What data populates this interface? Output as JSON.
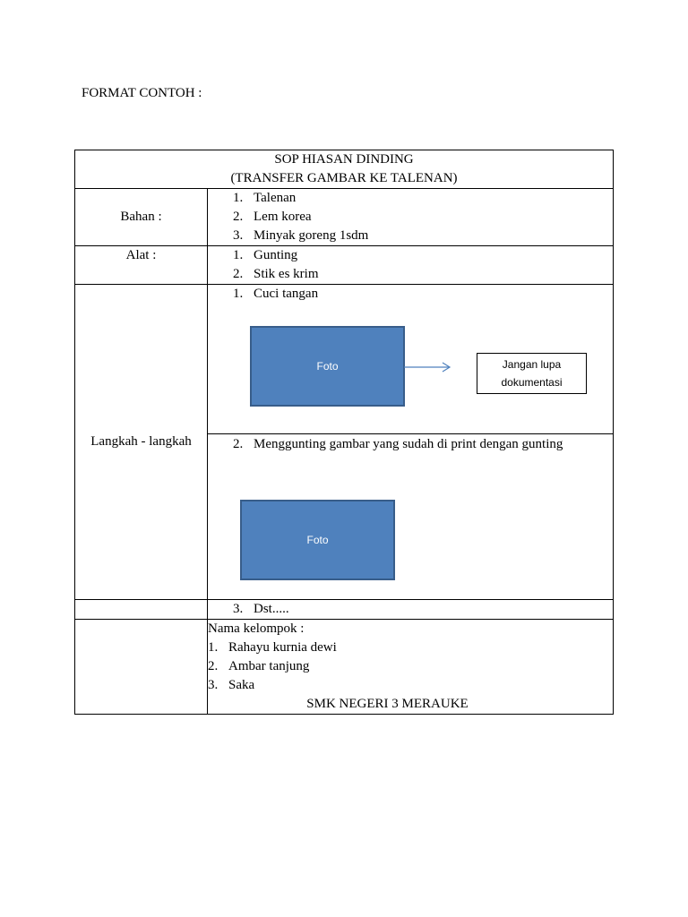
{
  "heading": "FORMAT CONTOH :",
  "table": {
    "title_line1": "SOP HIASAN DINDING",
    "title_line2": "(TRANSFER GAMBAR KE TALENAN)",
    "bahan": {
      "label": "Bahan :",
      "items": [
        {
          "num": "1.",
          "text": "Talenan"
        },
        {
          "num": "2.",
          "text": "Lem korea"
        },
        {
          "num": "3.",
          "text": "Minyak goreng 1sdm"
        }
      ]
    },
    "alat": {
      "label": "Alat  :",
      "items": [
        {
          "num": "1.",
          "text": "Gunting"
        },
        {
          "num": "2.",
          "text": "Stik es krim"
        }
      ]
    },
    "langkah": {
      "label": "Langkah - langkah",
      "step1": {
        "num": "1.",
        "text": "Cuci tangan",
        "photo_label": "Foto",
        "note_line1": "Jangan lupa",
        "note_line2": "dokumentasi"
      },
      "step2": {
        "num": "2.",
        "text": "Menggunting gambar yang sudah di print dengan gunting",
        "photo_label": "Foto"
      },
      "step3": {
        "num": "3.",
        "text": "Dst....."
      }
    },
    "group": {
      "title": "Nama kelompok :",
      "members": [
        {
          "num": "1.",
          "text": "Rahayu kurnia dewi"
        },
        {
          "num": "2.",
          "text": "Ambar tanjung"
        },
        {
          "num": "3.",
          "text": "Saka"
        }
      ],
      "school": "SMK NEGERI 3 MERAUKE"
    }
  },
  "colors": {
    "photo_fill": "#4f81bd",
    "photo_border": "#385d8a",
    "arrow": "#4f81bd"
  }
}
